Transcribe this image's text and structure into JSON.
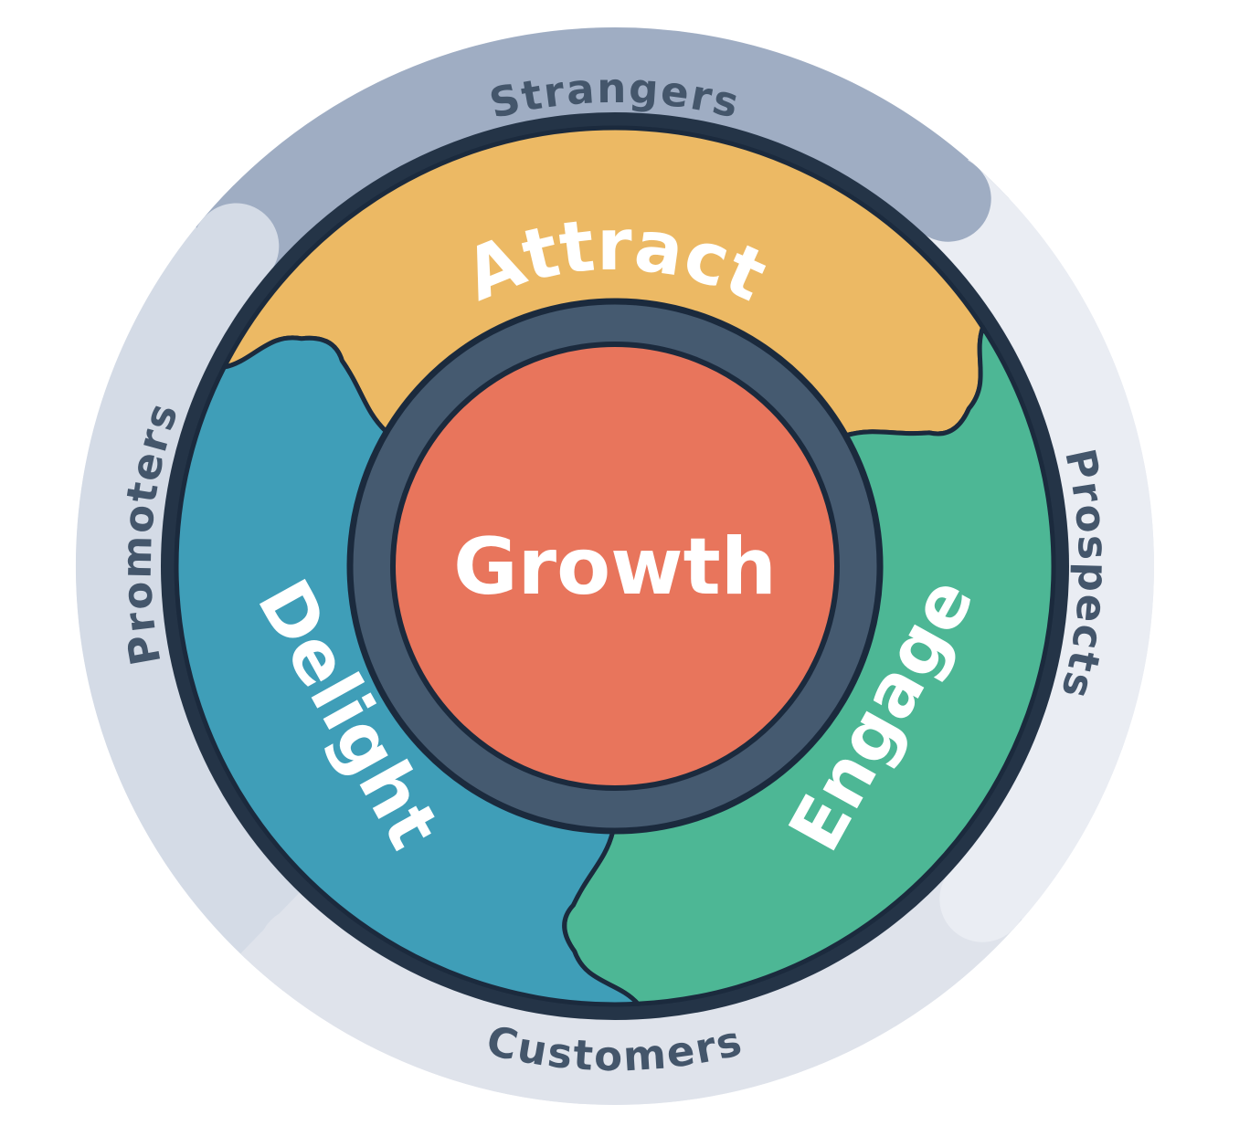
{
  "flywheel": {
    "center_label": "Growth",
    "segments": [
      {
        "name": "attract",
        "label": "Attract",
        "color": "#ecb964"
      },
      {
        "name": "engage",
        "label": "Engage",
        "color": "#4db795"
      },
      {
        "name": "delight",
        "label": "Delight",
        "color": "#3f9eb8"
      }
    ],
    "audience_stages": [
      {
        "name": "strangers",
        "label": "Strangers",
        "arc_color": "#9fadc3"
      },
      {
        "name": "prospects",
        "label": "Prospects",
        "arc_color": "#eaedf3"
      },
      {
        "name": "customers",
        "label": "Customers",
        "arc_color": "#dfe3eb"
      },
      {
        "name": "promoters",
        "label": "Promoters",
        "arc_color": "#d4dbe6"
      }
    ],
    "colors": {
      "background": "#ffffff",
      "ring_base": "#e6e9f0",
      "ring_text": "#44566b",
      "wheel_rim": "#243447",
      "outline": "#1b2a3d",
      "hub_ring": "#455a70",
      "center_fill": "#e8755c",
      "segment_text": "#ffffff"
    }
  }
}
